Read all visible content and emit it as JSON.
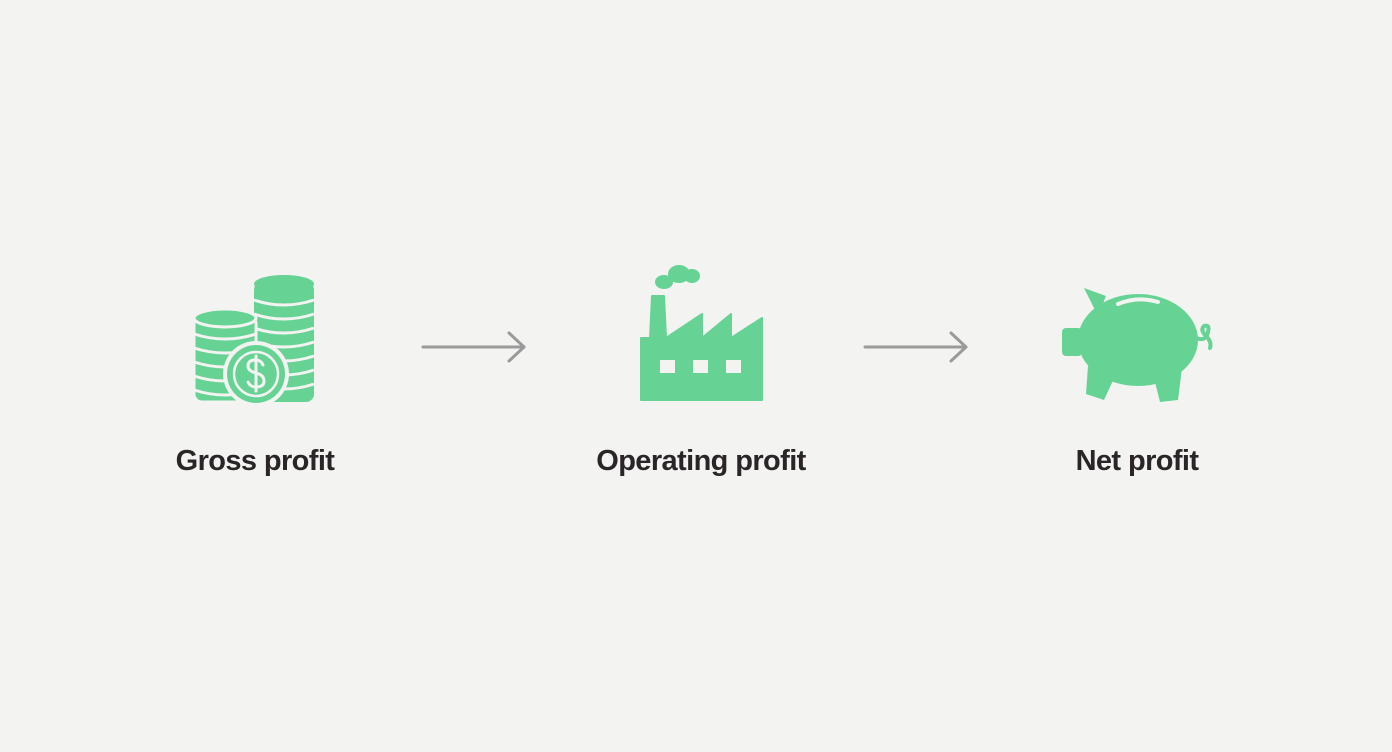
{
  "diagram": {
    "accent_color": "#66d394",
    "text_color": "#2a2527",
    "arrow_color": "#9a9a9a",
    "background_color": "#f3f3f2",
    "stages": [
      {
        "icon": "coin-stack-dollar-icon",
        "label": "Gross profit"
      },
      {
        "icon": "factory-icon",
        "label": "Operating profit"
      },
      {
        "icon": "piggy-bank-icon",
        "label": "Net profit"
      }
    ],
    "connectors": [
      {
        "from": "Gross profit",
        "to": "Operating profit",
        "icon": "arrow-right-icon"
      },
      {
        "from": "Operating profit",
        "to": "Net profit",
        "icon": "arrow-right-icon"
      }
    ]
  }
}
